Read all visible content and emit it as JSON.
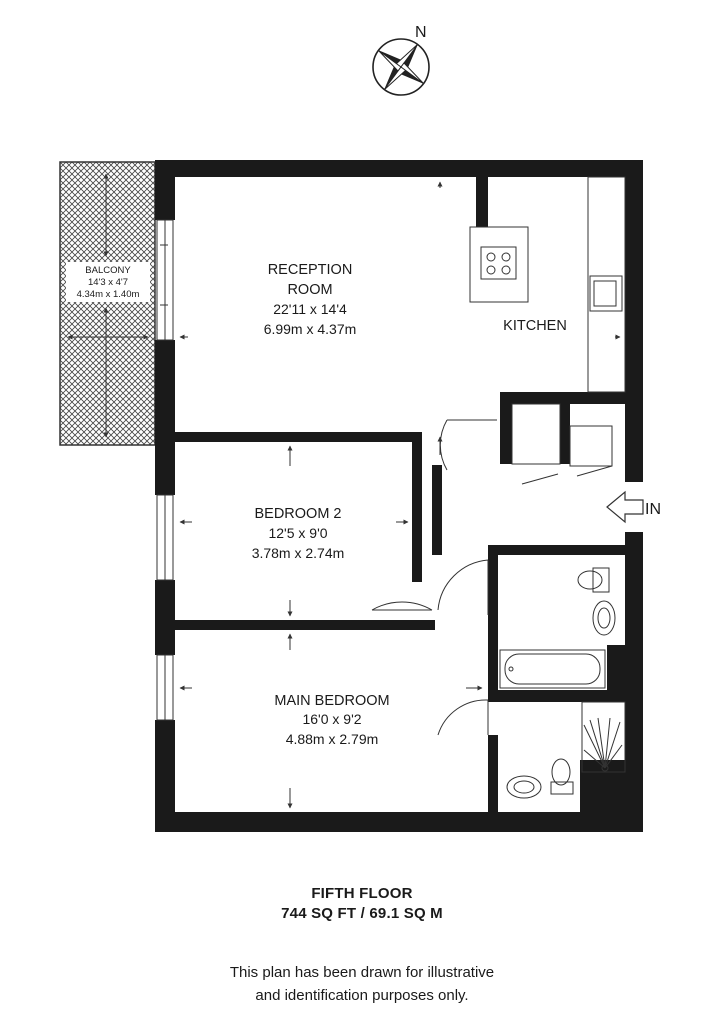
{
  "compass": {
    "north_label": "N"
  },
  "rooms": {
    "reception": {
      "name_line1": "RECEPTION",
      "name_line2": "ROOM",
      "imperial": "22'11 x 14'4",
      "metric": "6.99m x 4.37m"
    },
    "kitchen": {
      "name": "KITCHEN"
    },
    "bedroom2": {
      "name": "BEDROOM 2",
      "imperial": "12'5 x 9'0",
      "metric": "3.78m x 2.74m"
    },
    "main_bedroom": {
      "name": "MAIN BEDROOM",
      "imperial": "16'0 x 9'2",
      "metric": "4.88m x 2.79m"
    },
    "balcony": {
      "name": "BALCONY",
      "imperial": "14'3 x 4'7",
      "metric": "4.34m x 1.40m"
    }
  },
  "entrance": {
    "label": "IN"
  },
  "footer": {
    "floor": "FIFTH FLOOR",
    "area": "744 SQ FT / 69.1 SQ M",
    "disclaimer_line1": "This plan has been drawn for illustrative",
    "disclaimer_line2": "and identification purposes only."
  },
  "colors": {
    "wall": "#1a1a1a",
    "line": "#333333",
    "background": "#ffffff"
  }
}
